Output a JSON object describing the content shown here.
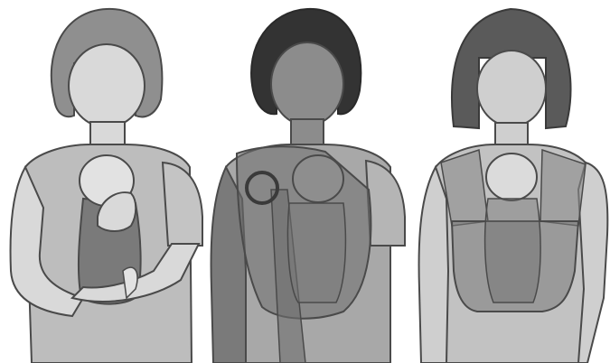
{
  "illustration": {
    "panels": [
      {
        "id": "panel-1",
        "figure_icon": "woman-holding-baby-icon"
      },
      {
        "id": "panel-2",
        "figure_icon": "woman-with-sling-carrier-icon",
        "highlight_icon": "ring-highlight-icon"
      },
      {
        "id": "panel-3",
        "figure_icon": "woman-with-structured-carrier-icon"
      }
    ],
    "colors": {
      "background": "#ffffff",
      "outline": "#4a4a4a",
      "light_fill": "#d6d6d6",
      "mid_fill": "#9a9a9a",
      "dark_fill": "#6e6e6e",
      "hair_dark": "#3a3a3a"
    }
  }
}
